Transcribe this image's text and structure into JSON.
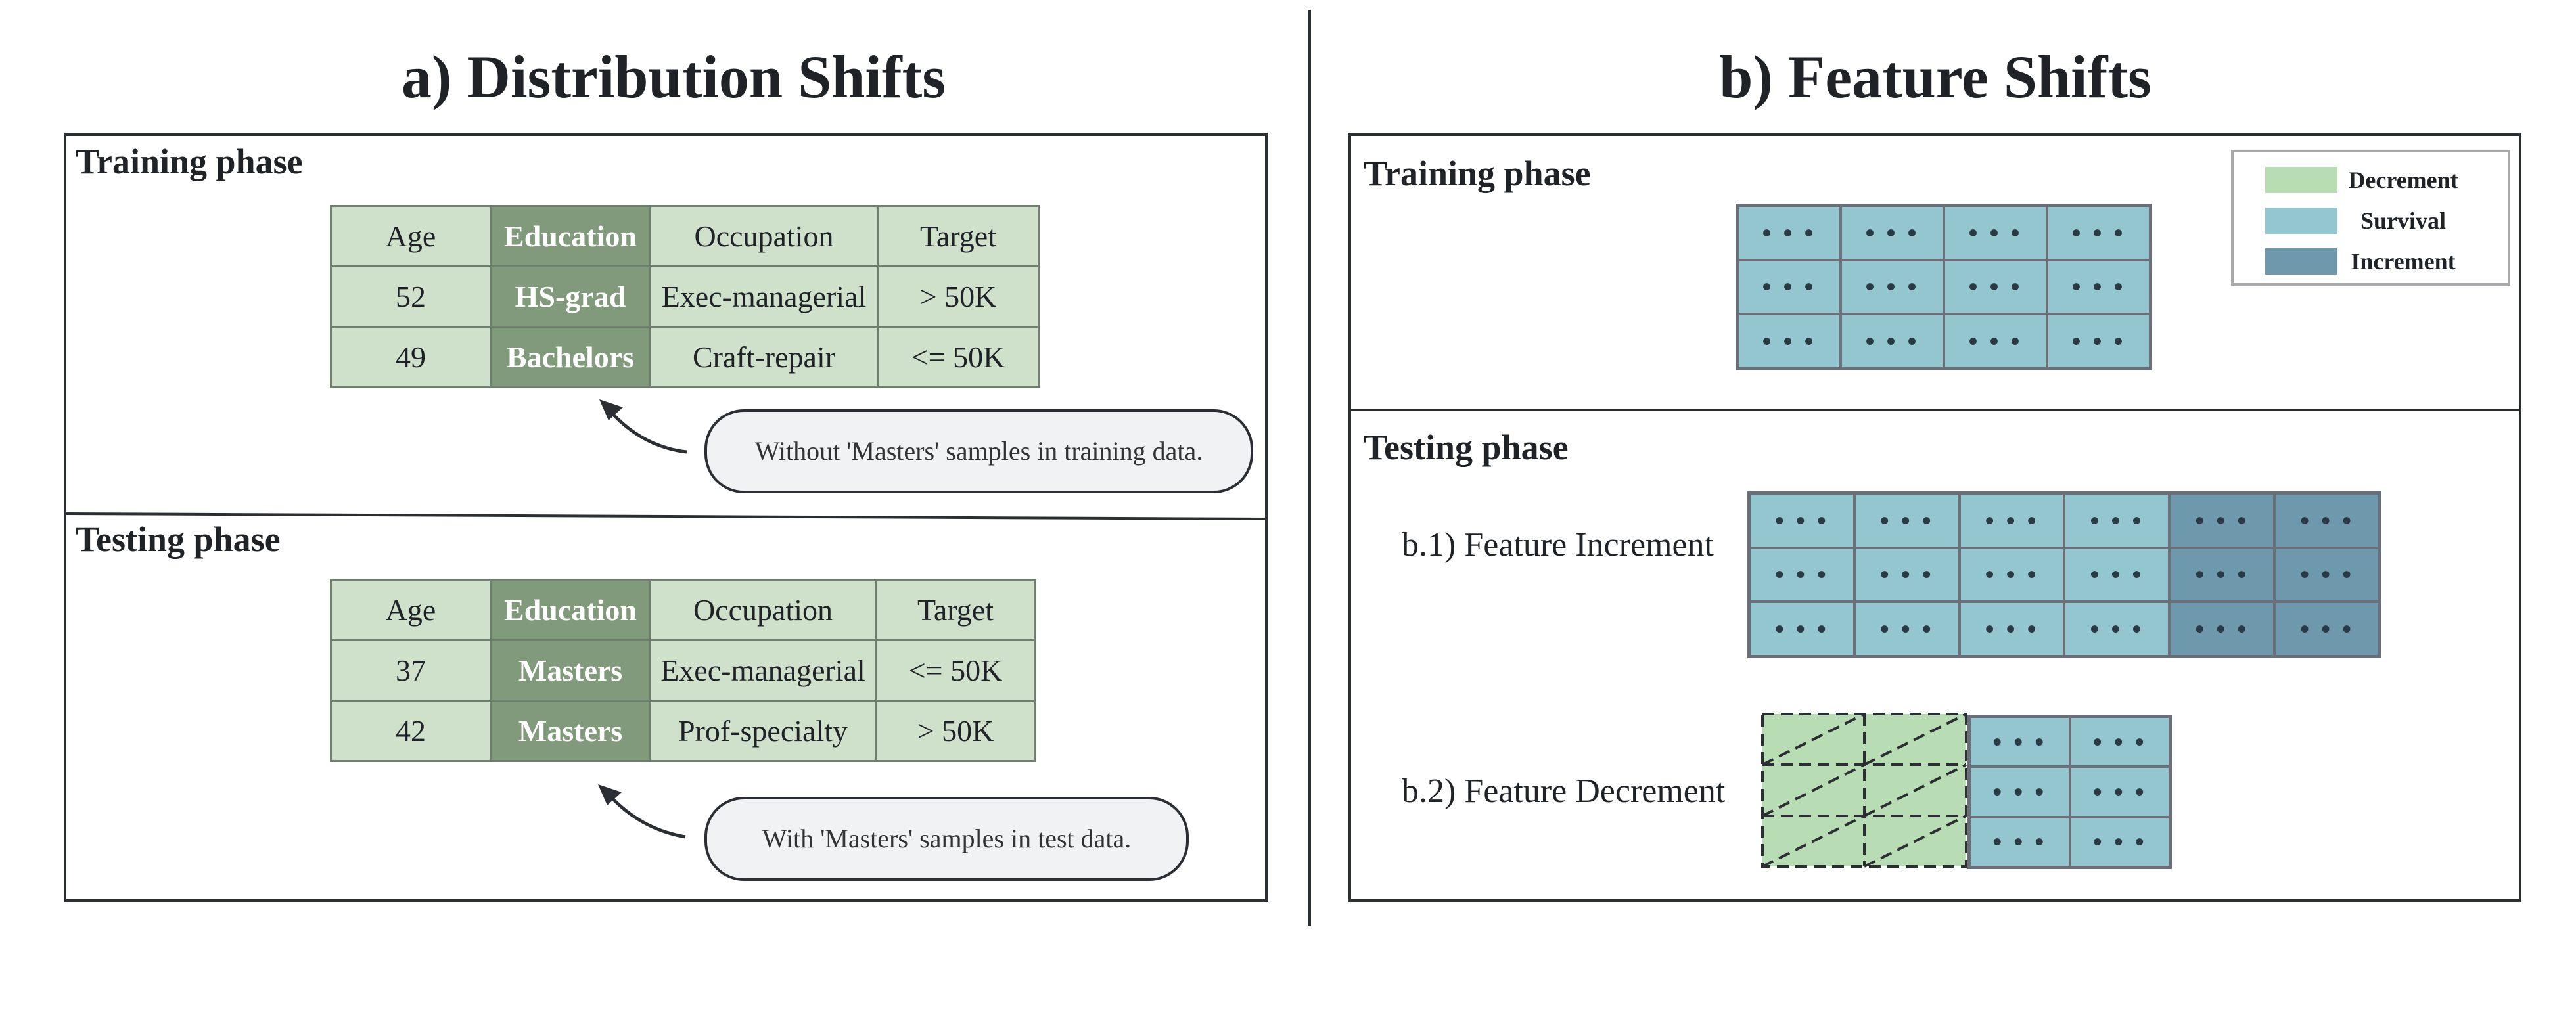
{
  "left_panel": {
    "title": "a) Distribution Shifts",
    "training": {
      "phase_label": "Training phase",
      "headers": [
        "Age",
        "Education",
        "Occupation",
        "Target"
      ],
      "rows": [
        [
          "52",
          "HS-grad",
          "Exec-managerial",
          "> 50K"
        ],
        [
          "49",
          "Bachelors",
          "Craft-repair",
          "<= 50K"
        ]
      ],
      "callout": "Without 'Masters' samples in training data."
    },
    "testing": {
      "phase_label": "Testing phase",
      "headers": [
        "Age",
        "Education",
        "Occupation",
        "Target"
      ],
      "rows": [
        [
          "37",
          "Masters",
          "Exec-managerial",
          "<= 50K"
        ],
        [
          "42",
          "Masters",
          "Prof-specialty",
          "> 50K"
        ]
      ],
      "callout": "With 'Masters' samples in test data."
    }
  },
  "right_panel": {
    "title": "b) Feature Shifts",
    "training_label": "Training phase",
    "testing_label": "Testing phase",
    "legend": {
      "items": [
        {
          "label": "Decrement",
          "color": "#b8dcb4"
        },
        {
          "label": "Survival",
          "color": "#94c6cf"
        },
        {
          "label": "Increment",
          "color": "#6e98ab"
        }
      ]
    },
    "cell_glyph": "• • •",
    "increment_label": "b.1) Feature Increment",
    "decrement_label": "b.2) Feature Decrement"
  }
}
